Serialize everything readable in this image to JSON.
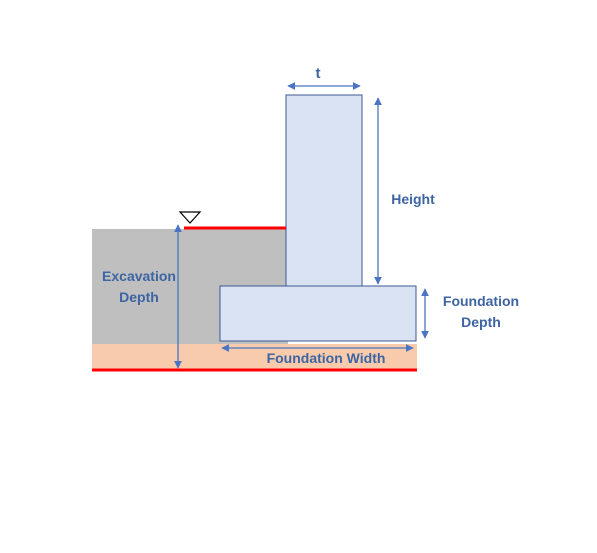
{
  "labels": {
    "thickness": "t",
    "height": "Height",
    "excavation_depth_line1": "Excavation",
    "excavation_depth_line2": "Depth",
    "foundation_depth_line1": "Foundation",
    "foundation_depth_line2": "Depth",
    "foundation_width": "Foundation Width"
  },
  "colors": {
    "soil": "#bfbfbf",
    "sand": "#f8cbad",
    "concrete_fill": "#dae3f3",
    "concrete_stroke": "#3b5a94",
    "ground_line": "#ff0000",
    "dimension": "#4a74c4",
    "label": "#3d64a3"
  },
  "icons": {
    "water_table": "inverted-triangle-icon"
  }
}
